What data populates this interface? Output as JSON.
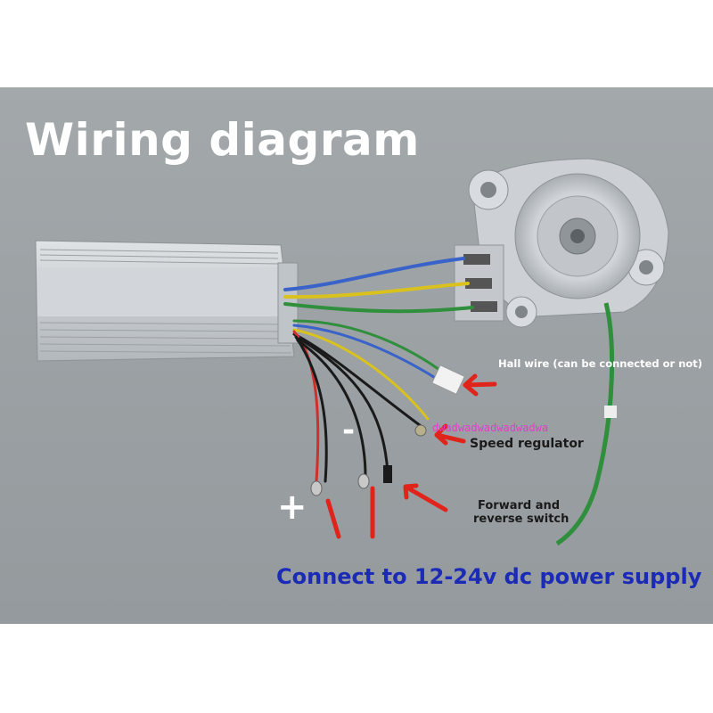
{
  "title": "Wiring diagram",
  "labels": {
    "hall_wire": "Hall wire (can be connected or not)",
    "watermark": "dwadwadwadwadwadwa",
    "speed_regulator": "Speed regulator",
    "forward_line1": "Forward and",
    "forward_line2": "reverse switch",
    "plus": "+",
    "minus": "-",
    "power_supply": "Connect to 12-24v dc power supply"
  },
  "colors": {
    "background": "#9ea3a6",
    "title": "#ffffff",
    "arrow": "#e0241c",
    "power_text": "#1c2bb5",
    "watermark": "#e040c8",
    "wire_blue": "#3a63c9",
    "wire_yellow": "#d9c21e",
    "wire_green": "#2f8f3c",
    "wire_red": "#d0302a",
    "wire_black": "#1a1a1a"
  }
}
